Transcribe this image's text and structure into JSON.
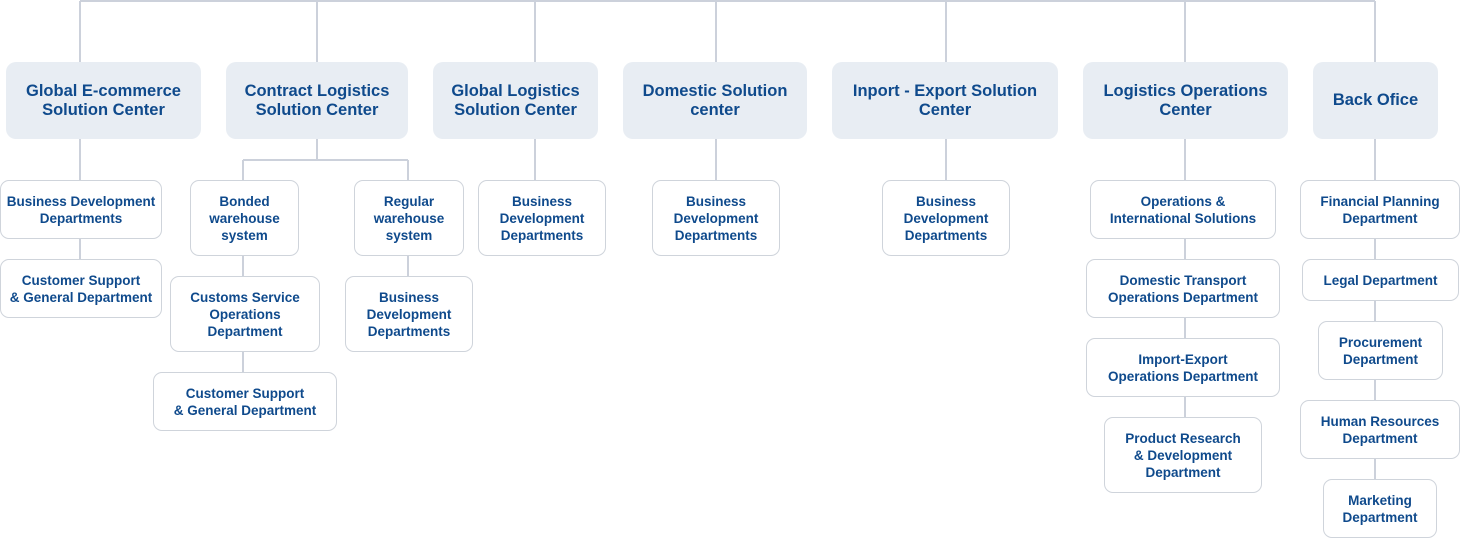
{
  "centers": [
    {
      "name": "Global E-commerce\nSolution Center",
      "departments": [
        "Business Development\nDepartments",
        "Customer Support\n& General Department"
      ]
    },
    {
      "name": "Contract Logistics\nSolution Center",
      "branches": [
        {
          "name": "Bonded\nwarehouse\nsystem",
          "departments": [
            "Customs Service\nOperations\nDepartment",
            "Customer Support\n& General Department"
          ]
        },
        {
          "name": "Regular\nwarehouse\nsystem",
          "departments": [
            "Business\nDevelopment\nDepartments"
          ]
        }
      ]
    },
    {
      "name": "Global Logistics\nSolution Center",
      "departments": [
        "Business\nDevelopment\nDepartments"
      ]
    },
    {
      "name": "Domestic Solution\ncenter",
      "departments": [
        "Business\nDevelopment\nDepartments"
      ]
    },
    {
      "name": "Inport - Export Solution\nCenter",
      "departments": [
        "Business\nDevelopment\nDepartments"
      ]
    },
    {
      "name": "Logistics Operations\nCenter",
      "departments": [
        "Operations &\nInternational Solutions",
        "Domestic Transport\nOperations Department",
        "Import-Export\nOperations Department",
        "Product Research\n& Development\nDepartment"
      ]
    },
    {
      "name": "Back Ofice",
      "departments": [
        "Financial Planning\nDepartment",
        "Legal Department",
        "Procurement\nDepartment",
        "Human Resources\nDepartment",
        "Marketing\nDepartment"
      ]
    }
  ]
}
